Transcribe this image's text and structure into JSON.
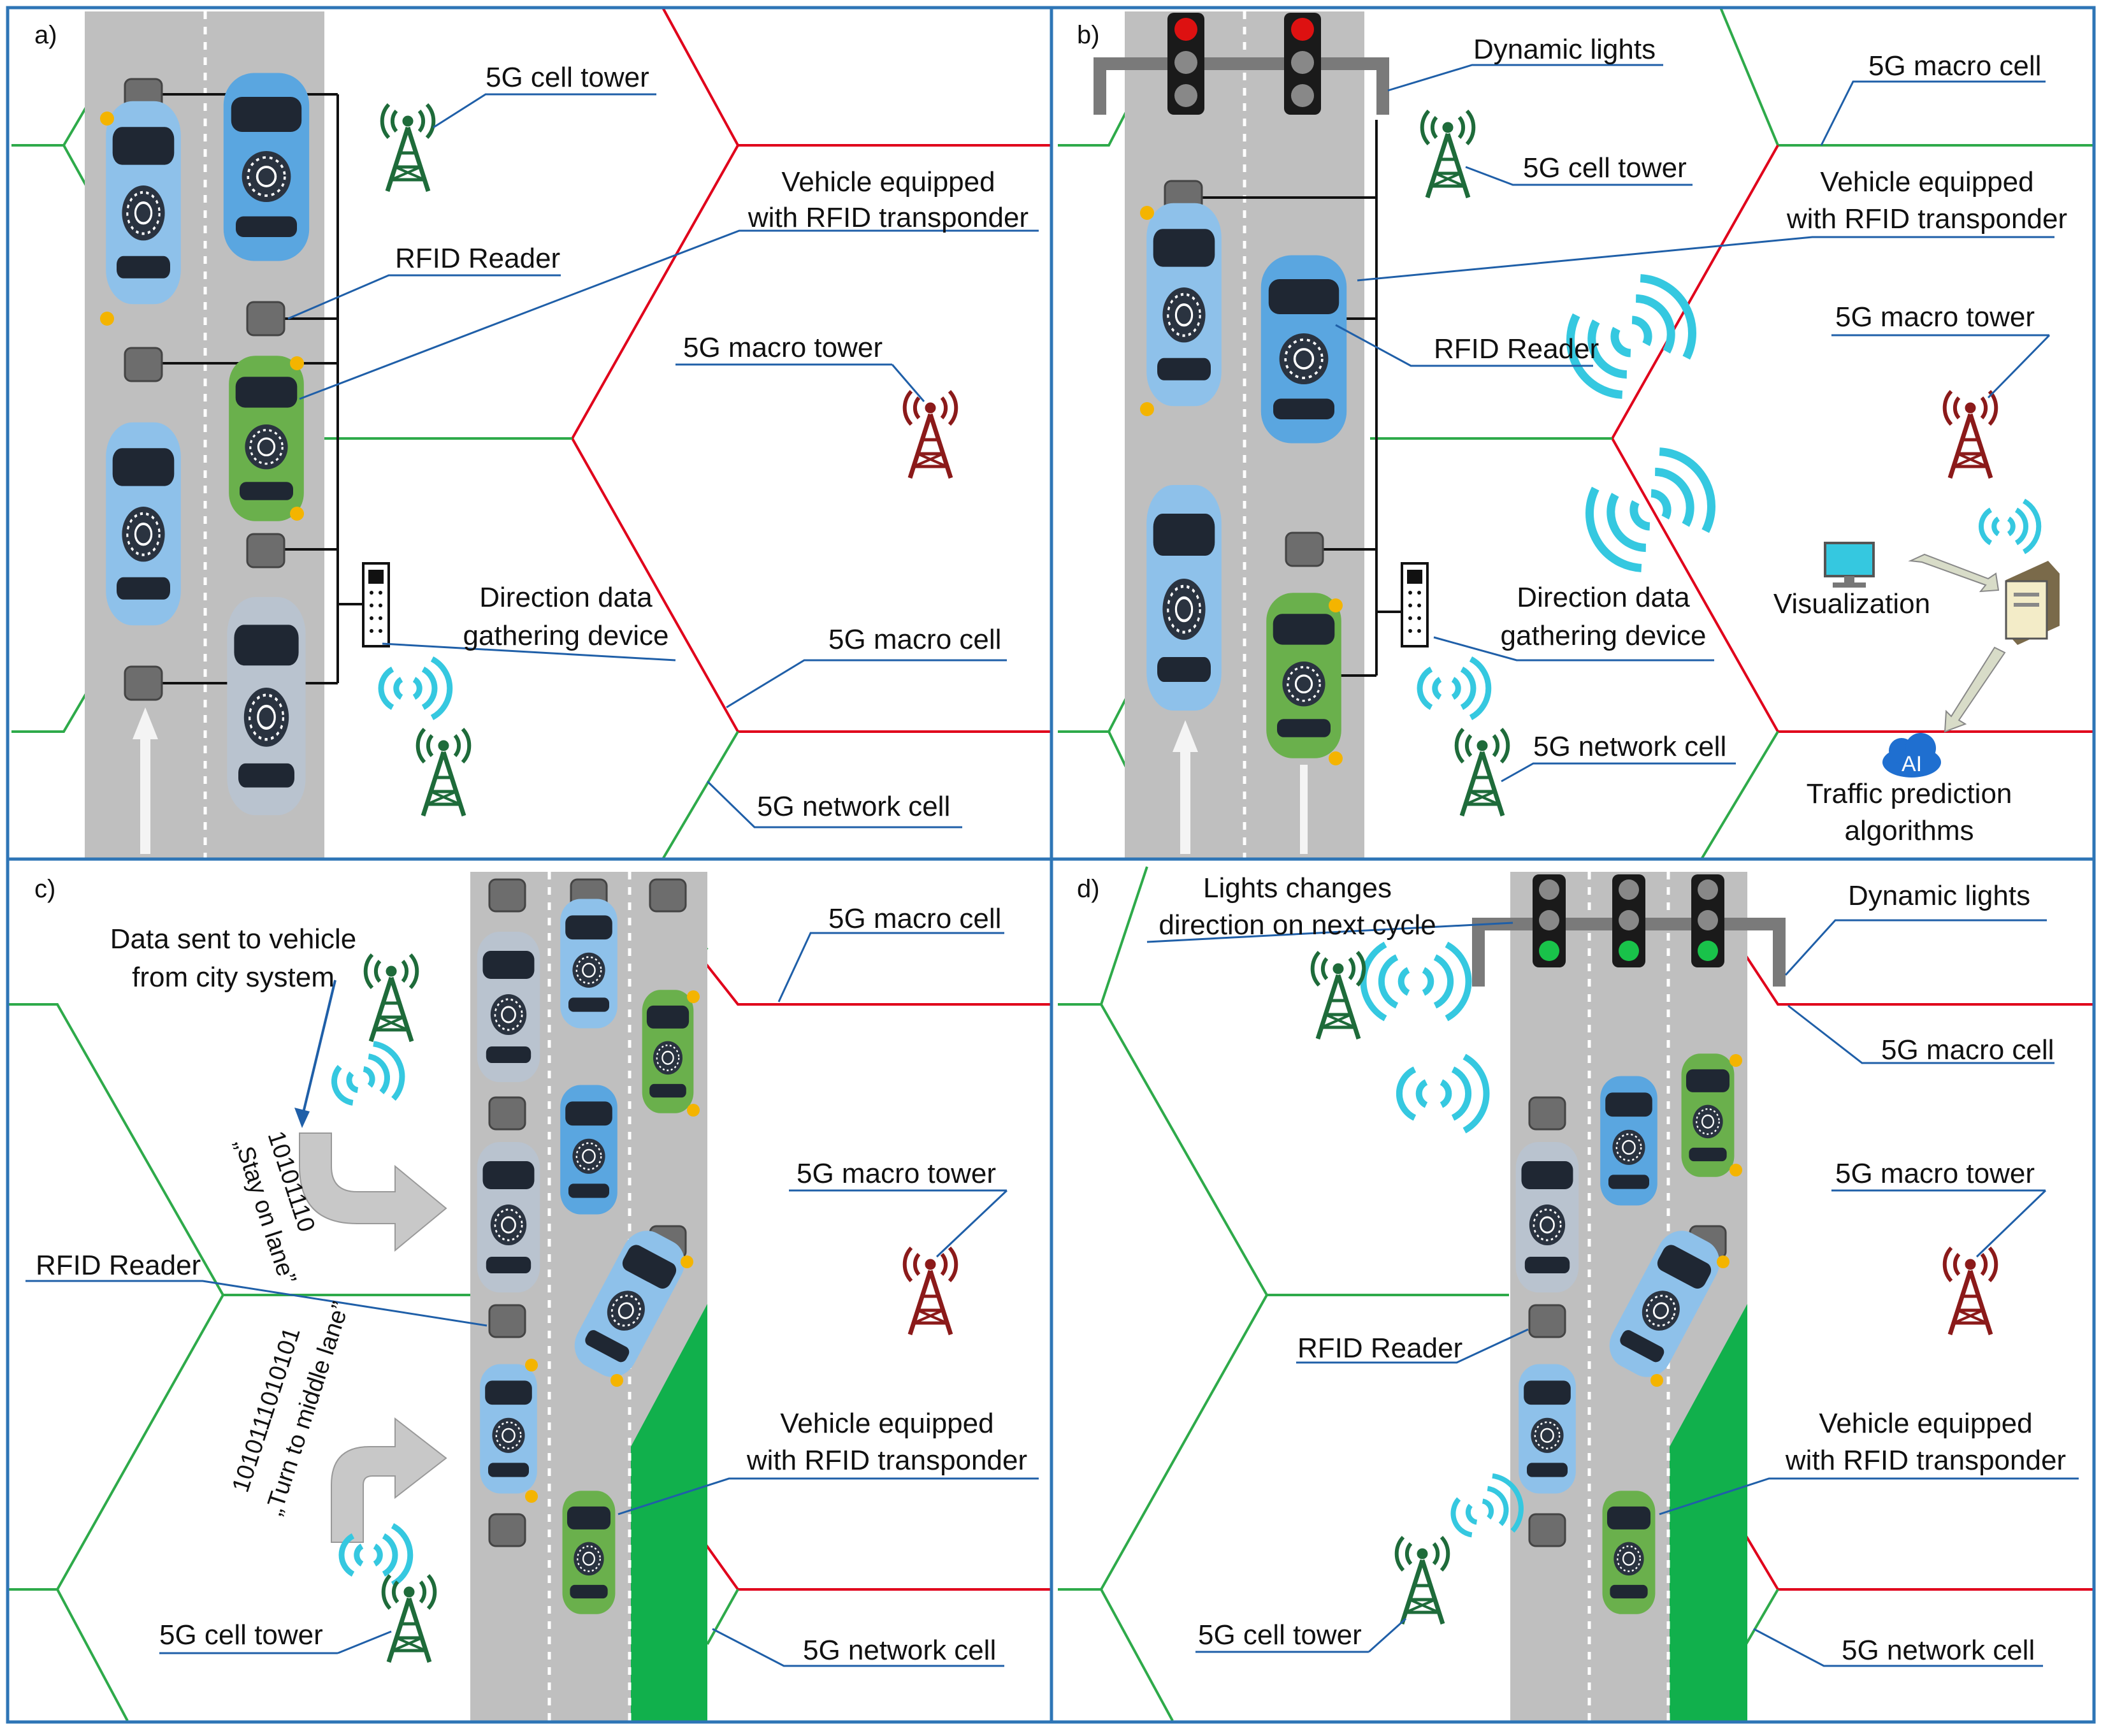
{
  "panels": {
    "a": {
      "letter": "a)",
      "cell_tower": "5G cell tower",
      "rfid_reader": "RFID Reader",
      "vehicle_line1": "Vehicle equipped",
      "vehicle_line2": "with RFID transponder",
      "macro_tower": "5G macro tower",
      "direction_line1": "Direction data",
      "direction_line2": "gathering device",
      "macro_cell": "5G macro cell",
      "network_cell": "5G network cell"
    },
    "b": {
      "letter": "b)",
      "dynamic_lights": "Dynamic lights",
      "macro_cell": "5G macro cell",
      "cell_tower": "5G cell tower",
      "vehicle_line1": "Vehicle equipped",
      "vehicle_line2": "with RFID transponder",
      "rfid_reader": "RFID Reader",
      "macro_tower": "5G macro tower",
      "direction_line1": "Direction data",
      "direction_line2": "gathering device",
      "visualization": "Visualization",
      "network_cell": "5G network cell",
      "ai": "AI",
      "traffic_line1": "Traffic prediction",
      "traffic_line2": "algorithms"
    },
    "c": {
      "letter": "c)",
      "data_line1": "Data sent to vehicle",
      "data_line2": "from city system",
      "macro_cell": "5G macro cell",
      "bin1": "10101110",
      "msg1": "„Stay on lane”",
      "macro_tower": "5G macro tower",
      "rfid_reader": "RFID Reader",
      "bin2": "1010111010101",
      "msg2": "„Turn to middle lane”",
      "vehicle_line1": "Vehicle equipped",
      "vehicle_line2": "with RFID transponder",
      "cell_tower": "5G cell tower",
      "network_cell": "5G network cell"
    },
    "d": {
      "letter": "d)",
      "lights_line1": "Lights changes",
      "lights_line2": "direction on next cycle",
      "dynamic_lights": "Dynamic lights",
      "macro_cell": "5G macro cell",
      "macro_tower": "5G macro tower",
      "rfid_reader": "RFID Reader",
      "vehicle_line1": "Vehicle equipped",
      "vehicle_line2": "with RFID transponder",
      "cell_tower": "5G cell tower",
      "network_cell": "5G network cell"
    }
  },
  "colors": {
    "panel_border": "#2e75b6",
    "road": "#bfbfbf",
    "leader": "#1f5fa8",
    "green_cell": "#2eaa4a",
    "red_cell": "#e0001b",
    "wifi": "#35c8e0",
    "tower_green": "#1e6b3a",
    "tower_red": "#8b1a1a",
    "car_blue": "#8ec1ea",
    "car_green": "#6ab04c",
    "car_gray": "#b9c3cf",
    "green_zone": "#11b04c"
  }
}
